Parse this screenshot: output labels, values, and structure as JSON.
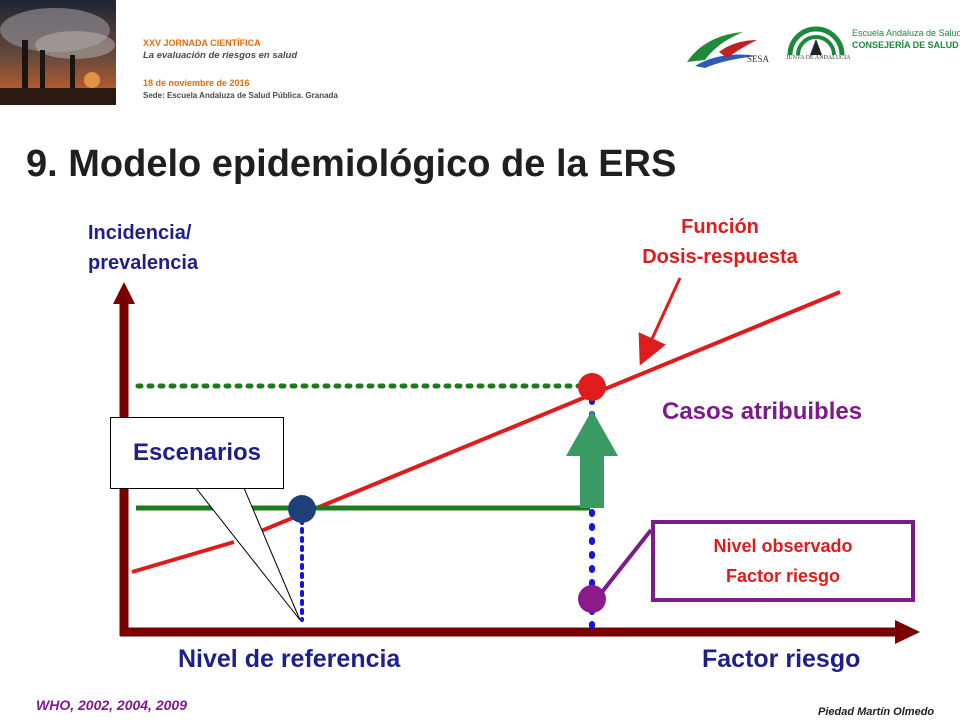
{
  "header": {
    "event_title": "XXV JORNADA CIENTÍFICA",
    "event_subtitle": "La evaluación de riesgos en salud",
    "date": "18 de noviembre de 2016",
    "venue": "Sede: Escuela Andaluza de Salud Pública. Granada",
    "logo_sesa": "SESA",
    "logo_junta": "JUNTA DE ANDALUCIA",
    "logo_easp": "Escuela Andaluza de Salud Pública",
    "logo_consejeria": "CONSEJERÍA DE SALUD"
  },
  "slide_title": "9. Modelo epidemiológico de la ERS",
  "diagram": {
    "y_axis_label_line1": "Incidencia/",
    "y_axis_label_line2": "prevalencia",
    "curve_label_line1": "Función",
    "curve_label_line2": "Dosis-respuesta",
    "attributable_label": "Casos atribuibles",
    "scenarios_label": "Escenarios",
    "observed_label_line1": "Nivel observado",
    "observed_label_line2": "Factor riesgo",
    "x_reference_label": "Nivel de referencia",
    "x_axis_label": "Factor riesgo"
  },
  "footer": {
    "citation": "WHO, 2002, 2004, 2009",
    "author": "Piedad Martín Olmedo"
  },
  "colors": {
    "axis": "#7a0000",
    "curve": "#e01b1b",
    "reference": "#1d7a1d",
    "observed_dot": "#8b1b8b",
    "reference_dot": "#1f3f7a",
    "dotted_blue": "#1515e0",
    "arrow": "#3a9a63"
  }
}
